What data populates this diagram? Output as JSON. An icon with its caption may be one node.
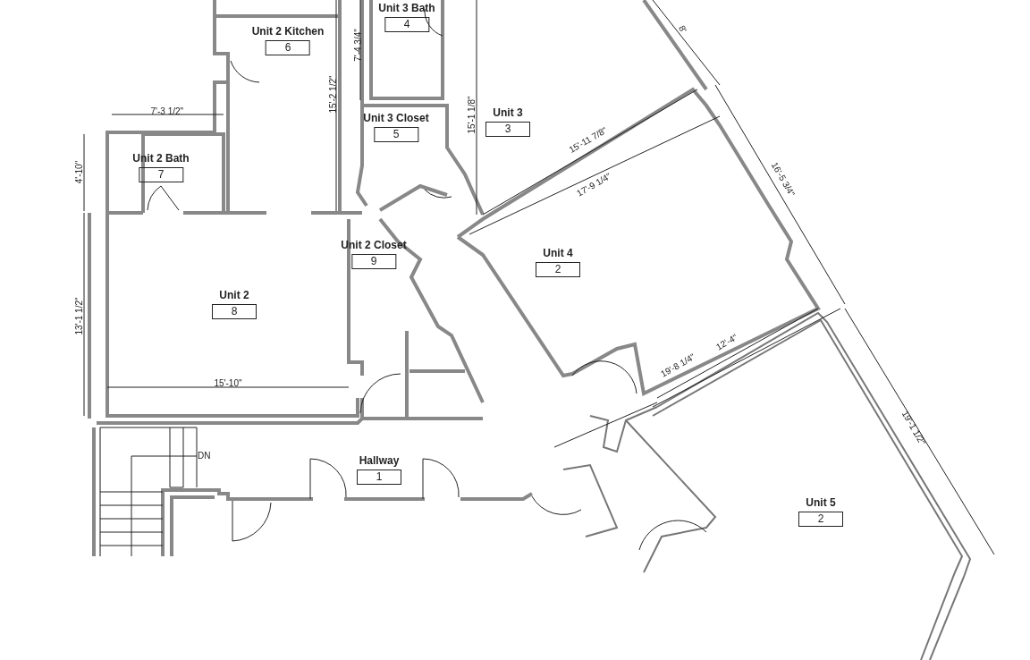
{
  "diagram": {
    "nodes": [
      {
        "text": [
          "Unit 3 Bath",
          "4"
        ]
      },
      {
        "text": [
          "Unit 2 Kitchen",
          "6"
        ]
      },
      {
        "text": [
          "Unit 3",
          "3"
        ]
      },
      {
        "text": [
          "Unit 3 Closet",
          "5"
        ]
      },
      {
        "text": [
          "Unit 2 Bath",
          "7"
        ]
      },
      {
        "text": [
          "Unit 2 Closet",
          "9"
        ]
      },
      {
        "text": [
          "Unit 4",
          "2"
        ]
      },
      {
        "text": [
          "Unit 2",
          "8"
        ]
      },
      {
        "text": [
          "Hallway",
          "1"
        ]
      },
      {
        "text": [
          "Unit 5",
          "2"
        ]
      }
    ],
    "labels": [
      "8'",
      "7'-4 3/4\"",
      "15'-2 1/2\"",
      "15'-1 1/8\"",
      "7'-3 1/2\"",
      "15'-11 7/8\"",
      "4'-10\"",
      "17'-9 1/4\"",
      "16'-5 3/4\"",
      "13'-1 1/2\"",
      "12'-4\"",
      "19'-8 1/4\"",
      "15'-10\"",
      "19'-1 1/2\"",
      "DN"
    ]
  }
}
